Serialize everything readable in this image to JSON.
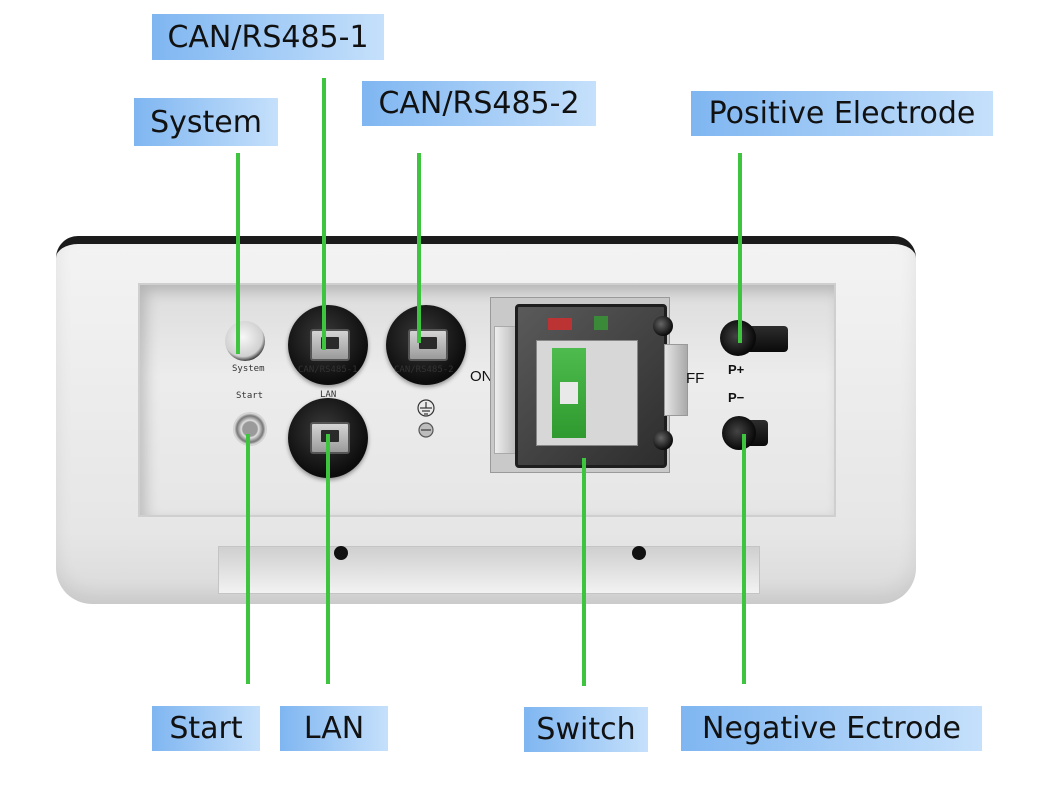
{
  "callouts": {
    "can_rs485_1": "CAN/RS485-1",
    "system": "System",
    "can_rs485_2": "CAN/RS485-2",
    "positive": "Positive Electrode",
    "start": "Start",
    "lan": "LAN",
    "switch": "Switch",
    "negative": "Negative Ectrode"
  },
  "panel": {
    "system": "System",
    "start": "Start",
    "can1": "CAN/RS485-1",
    "lan": "LAN",
    "can2": "CAN/RS485-2",
    "on": "ON",
    "off": "FF",
    "p_plus": "P+",
    "p_minus": "P−"
  },
  "colors": {
    "callout": "#7fb6f1",
    "leader": "#3ec43e"
  },
  "icons": [
    "rj45-port-icon",
    "ground-icon",
    "push-button-icon",
    "breaker-icon",
    "pv-connector-icon"
  ]
}
